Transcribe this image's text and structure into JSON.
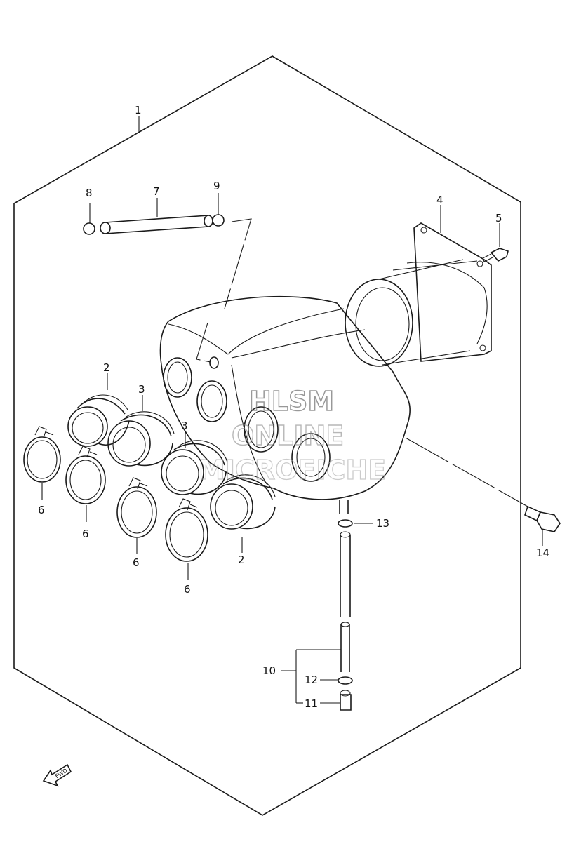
{
  "callouts": {
    "c1": "1",
    "c2a": "2",
    "c2b": "2",
    "c3a": "3",
    "c3b": "3",
    "c4": "4",
    "c5": "5",
    "c6a": "6",
    "c6b": "6",
    "c6c": "6",
    "c6d": "6",
    "c7": "7",
    "c8": "8",
    "c9": "9",
    "c10": "10",
    "c11": "11",
    "c12": "12",
    "c13": "13",
    "c14": "14"
  },
  "watermark": {
    "line1": "HLSM",
    "line2": "ONLINE",
    "line3": "MICROFICHE"
  },
  "fwd_arrow": {
    "label": "FWD",
    "icon": "fwd-arrow-icon"
  },
  "colors": {
    "line": "#1a1a1a",
    "watermark": "#9a9a9a",
    "background": "#ffffff"
  }
}
